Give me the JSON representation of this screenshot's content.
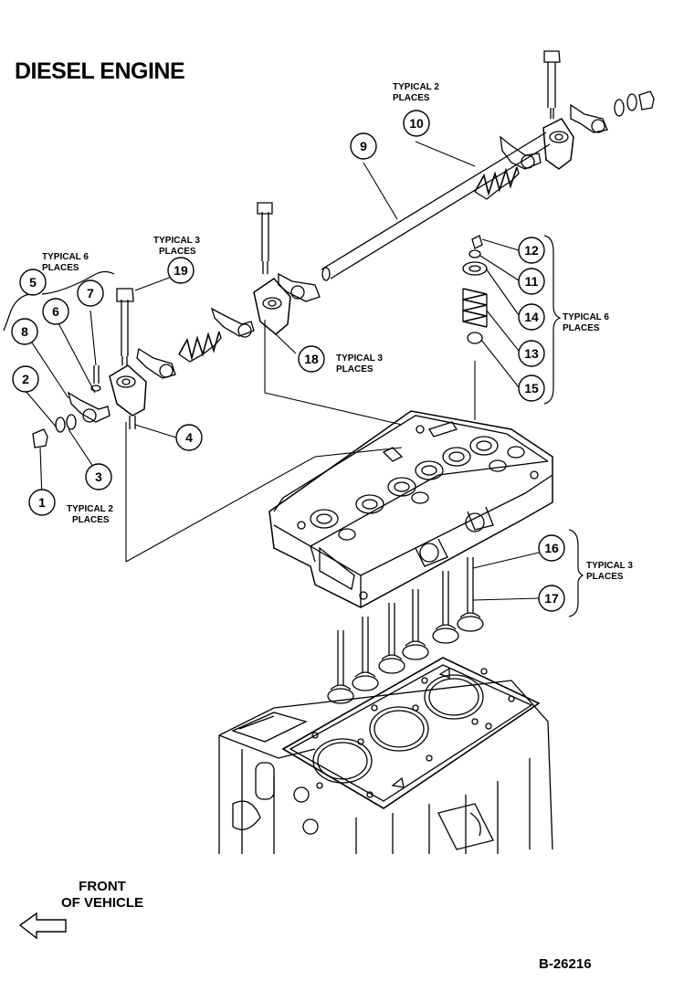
{
  "title": "DIESEL ENGINE",
  "callouts": {
    "c1": "1",
    "c2": "2",
    "c3": "3",
    "c4": "4",
    "c5": "5",
    "c6": "6",
    "c7": "7",
    "c8": "8",
    "c9": "9",
    "c10": "10",
    "c11": "11",
    "c12": "12",
    "c13": "13",
    "c14": "14",
    "c15": "15",
    "c16": "16",
    "c17": "17",
    "c18": "18",
    "c19": "19"
  },
  "notes": {
    "typical2_top_l1": "TYPICAL 2",
    "typical2_top_l2": "PLACES",
    "typical6_left_l1": "TYPICAL 6",
    "typical6_left_l2": "PLACES",
    "typical3_19_l1": "TYPICAL 3",
    "typical3_19_l2": "PLACES",
    "typical3_18_l1": "TYPICAL 3",
    "typical3_18_l2": "PLACES",
    "typical6_right_l1": "TYPICAL 6",
    "typical6_right_l2": "PLACES",
    "typical2_bottom_l1": "TYPICAL 2",
    "typical2_bottom_l2": "PLACES",
    "typical3_bottom_l1": "TYPICAL 3",
    "typical3_bottom_l2": "PLACES"
  },
  "front_line1": "FRONT",
  "front_line2": "OF VEHICLE",
  "figure_id": "B-26216"
}
